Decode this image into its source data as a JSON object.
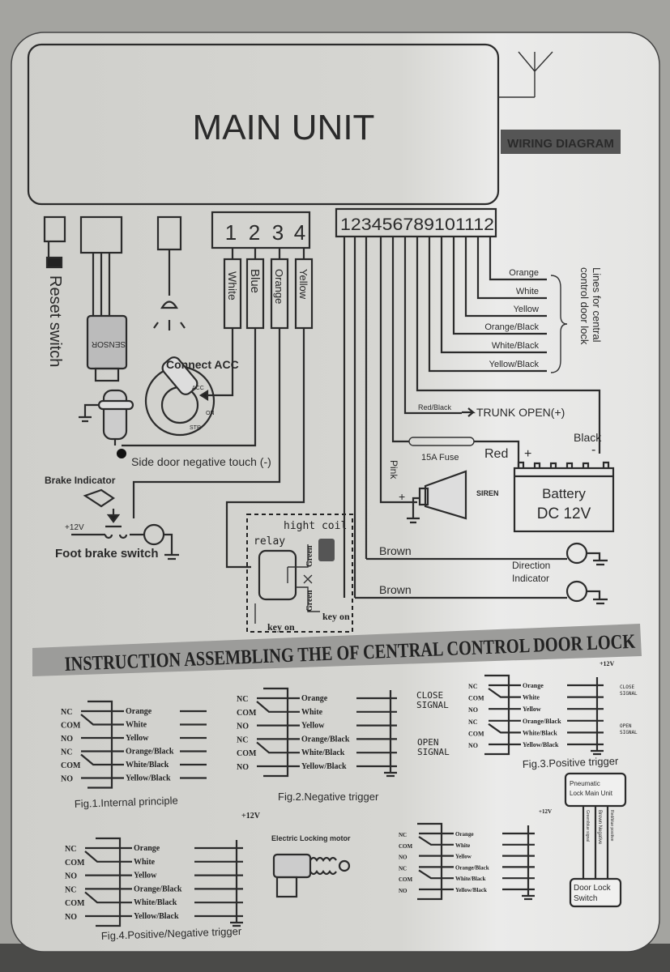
{
  "main_unit": {
    "title": "MAIN UNIT"
  },
  "banner": {
    "wiring_diagram": "WIRING DIAGRAM"
  },
  "connector_a": {
    "pins": [
      "1",
      "2",
      "3",
      "4"
    ],
    "wires": [
      "White",
      "Blue",
      "Orange",
      "Yellow"
    ]
  },
  "connector_b": {
    "pins": "123456789101112"
  },
  "reset_switch": "Reset switch",
  "sensor": "SENSOR",
  "ignition": {
    "connect": "Connect ACC",
    "acc": "ACC",
    "on": "ON",
    "str": "STR"
  },
  "side_door": "Side door negative touch (-)",
  "brake": {
    "indicator": "Brake Indicator",
    "plus12": "+12V",
    "switch": "Foot brake switch"
  },
  "relay_box": {
    "hight_coil": "hight coil",
    "relay": "relay",
    "green1": "Green",
    "green2": "Green",
    "key_on1": "key on",
    "key_on2": "key on"
  },
  "door_lock_lines": {
    "wires": [
      "Orange",
      "White",
      "Yellow",
      "Orange/Black",
      "White/Black",
      "Yellow/Black"
    ],
    "label": [
      "Lines for central",
      "control door lock"
    ]
  },
  "trunk": {
    "wire": "Red/Black",
    "label": "TRUNK OPEN(+)"
  },
  "power": {
    "fuse": "15A Fuse",
    "red": "Red",
    "plus": "+",
    "black": "Black",
    "minus": "-",
    "pink": "Pink",
    "siren": "SIREN",
    "battery": [
      "Battery",
      "DC 12V"
    ]
  },
  "direction": {
    "brown1": "Brown",
    "brown2": "Brown",
    "label": [
      "Direction",
      "Indicator"
    ]
  },
  "instruction": {
    "title": "INSTRUCTION ASSEMBLING THE OF CENTRAL CONTROL DOOR LOCK"
  },
  "figs": {
    "contacts": [
      "NC",
      "COM",
      "NO",
      "NC",
      "COM",
      "NO"
    ],
    "wires": [
      "Orange",
      "White",
      "Yellow",
      "Orange/Black",
      "White/Black",
      "Yellow/Black"
    ],
    "fig1": "Fig.1.Internal principle",
    "fig2": "Fig.2.Negative trigger",
    "fig3": "Fig.3.Positive trigger",
    "fig4": "Fig.4.Positive/Negative trigger",
    "close_signal": [
      "CLOSE",
      "SIGNAL"
    ],
    "open_signal": [
      "OPEN",
      "SIGNAL"
    ],
    "plus12": "+12V",
    "motor": "Electric Locking motor",
    "pneumatic": [
      "Pneumatic",
      "Lock Main Unit"
    ],
    "door_lock_switch": [
      "Door Lock",
      "Switch"
    ],
    "pn_wires": [
      "Green/blue signal",
      "Brown Negative",
      "Red/blue positive"
    ]
  }
}
